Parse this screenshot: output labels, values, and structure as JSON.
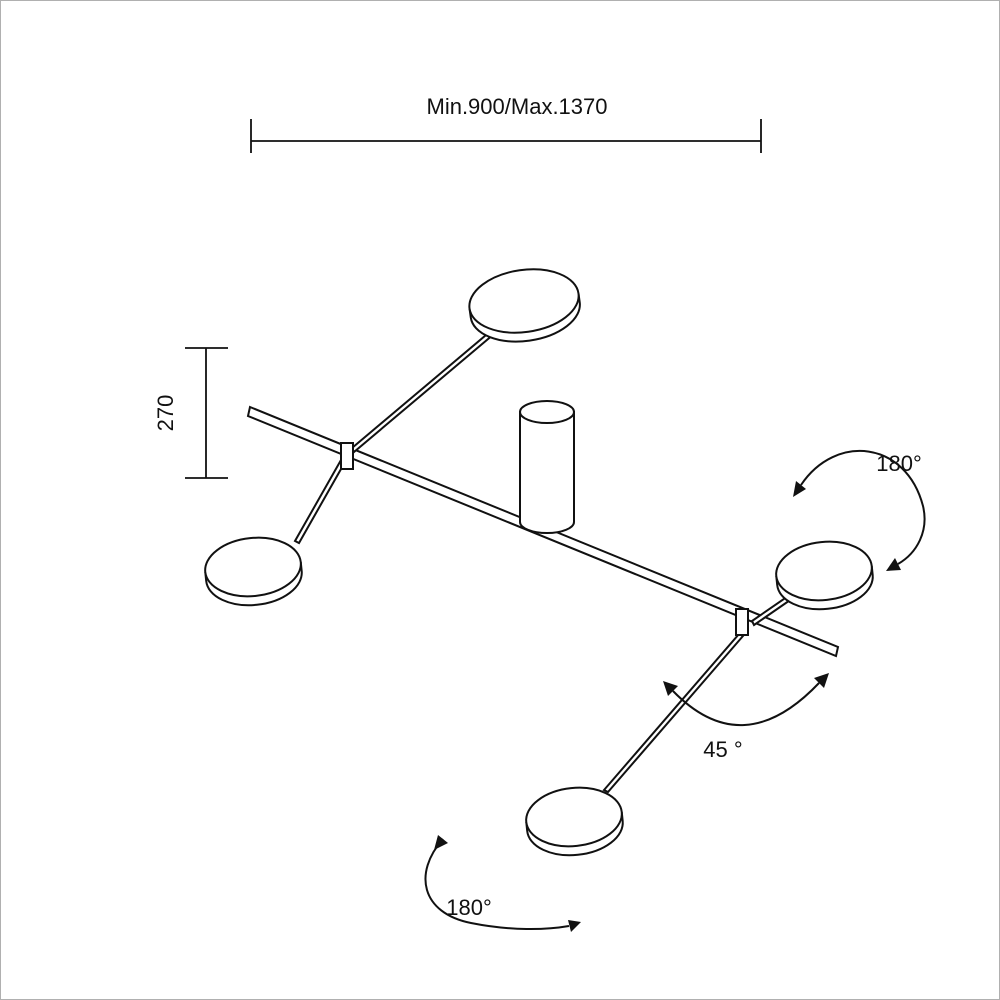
{
  "page": {
    "background": "#ffffff",
    "border_color": "#b0b0b0",
    "line_color": "#111111"
  },
  "dimensions": {
    "width_label": "Min.900/Max.1370",
    "height_label": "270"
  },
  "rotation_labels": {
    "right": "180°",
    "center": "45 °",
    "bottom": "180°"
  }
}
